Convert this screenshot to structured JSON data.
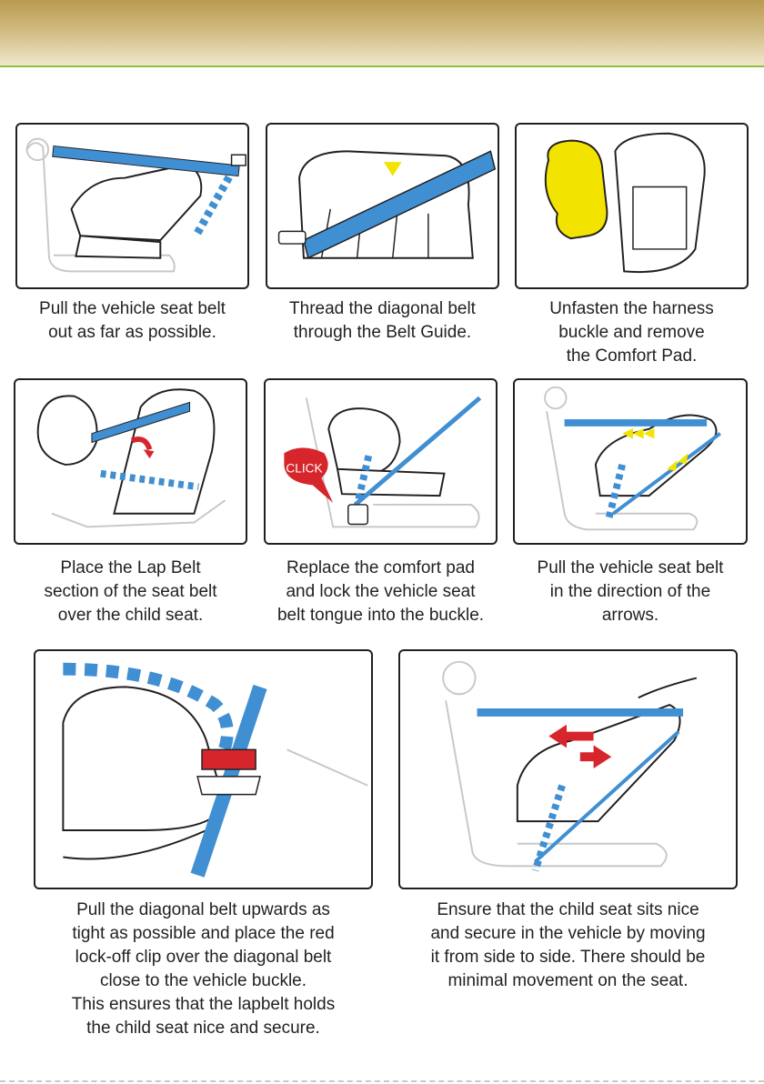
{
  "colors": {
    "header_gold": "#b99a4e",
    "header_rule": "#8cbf3f",
    "belt_blue": "#3f8fd2",
    "clip_red": "#d7262b",
    "pad_yellow": "#f2e300",
    "arrow_yellow": "#f2e300"
  },
  "steps": [
    {
      "caption": "Pull the vehicle seat belt\nout as far as possible.",
      "illustration": "seat-belt-pull"
    },
    {
      "caption": "Thread the diagonal belt\nthrough the Belt Guide.",
      "illustration": "belt-guide"
    },
    {
      "caption": "Unfasten the harness\nbuckle and remove\nthe Comfort Pad.",
      "illustration": "comfort-pad"
    },
    {
      "caption": "Place the Lap Belt\nsection of the seat belt\nover the child seat.",
      "illustration": "lap-belt"
    },
    {
      "caption": "Replace the comfort pad\nand lock the vehicle seat\nbelt tongue into the buckle.",
      "illustration": "buckle-click",
      "badge": "CLICK"
    },
    {
      "caption": "Pull the vehicle seat belt\nin the direction of the\narrows.",
      "illustration": "tighten-arrows"
    },
    {
      "caption": "Pull the diagonal belt upwards as\ntight as possible and place the red\nlock-off clip over the diagonal belt\nclose to the vehicle buckle.\nThis ensures that the lapbelt holds\nthe child seat nice and secure.",
      "illustration": "lock-off-clip"
    },
    {
      "caption": "Ensure that the child seat sits nice\nand secure in the vehicle by moving\nit from side to side. There should be\nminimal movement on the seat.",
      "illustration": "side-to-side-check"
    }
  ]
}
